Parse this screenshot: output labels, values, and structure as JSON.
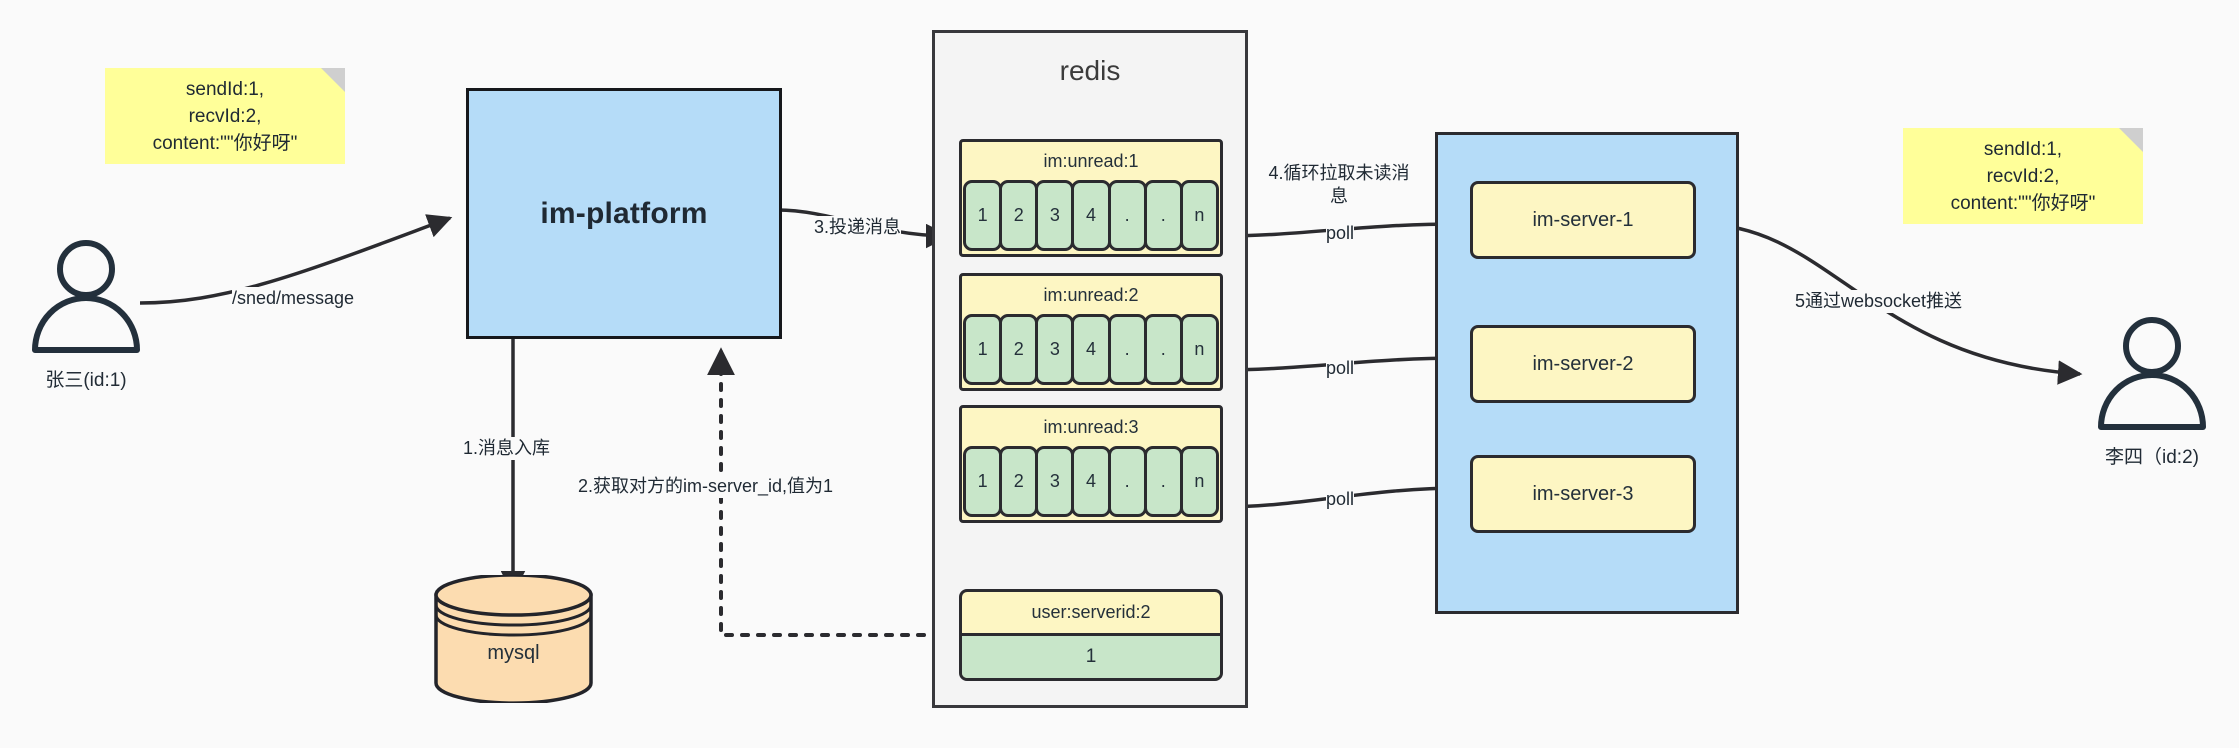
{
  "diagram": {
    "title": "IM message flow architecture",
    "background": "#fafafa"
  },
  "notes": [
    {
      "id": "note-left",
      "text": "sendId:1,\nrecvId:2,\ncontent:\"\"你好呀\"",
      "color": "#ffff99"
    },
    {
      "id": "note-right",
      "text": "sendId:1,\nrecvId:2,\ncontent:\"\"你好呀\"",
      "color": "#ffff99"
    }
  ],
  "actors": [
    {
      "id": "actor-sender",
      "label": "张三(id:1)"
    },
    {
      "id": "actor-receiver",
      "label": "李四（id:2)"
    }
  ],
  "platform": {
    "label": "im-platform",
    "color": "#b5dcf8"
  },
  "database": {
    "label": "mysql",
    "color": "#fcdcb0"
  },
  "redis": {
    "title": "redis",
    "color": "#f4f4f4",
    "key_groups": [
      {
        "key": "im:unread:1",
        "cells": [
          "1",
          "2",
          "3",
          "4",
          ".",
          ".",
          "n"
        ]
      },
      {
        "key": "im:unread:2",
        "cells": [
          "1",
          "2",
          "3",
          "4",
          ".",
          ".",
          "n"
        ]
      },
      {
        "key": "im:unread:3",
        "cells": [
          "1",
          "2",
          "3",
          "4",
          ".",
          ".",
          "n"
        ]
      }
    ],
    "kv": {
      "key": "user:serverid:2",
      "value": "1"
    }
  },
  "server_cluster": {
    "color": "#b5dcf8",
    "nodes": [
      {
        "label": "im-server-1"
      },
      {
        "label": "im-server-2"
      },
      {
        "label": "im-server-3"
      }
    ]
  },
  "edges": {
    "send_message": "/sned/message",
    "step1": "1.消息入库",
    "step2": "2.获取对方的im-server_id,值为1",
    "step3": "3.投递消息",
    "step4": "4.循环拉取未读消\n息",
    "step5": "5通过websocket推送",
    "poll1": "poll",
    "poll2": "poll",
    "poll3": "poll"
  },
  "colors": {
    "stroke": "#2b2b2f",
    "note": "#ffff99",
    "note_fold": "#cfcfcf",
    "blue": "#b5dcf8",
    "yellow": "#fdf6c3",
    "green": "#c8e6c9",
    "orange": "#fcdcb0",
    "gray_panel": "#f4f4f4"
  }
}
